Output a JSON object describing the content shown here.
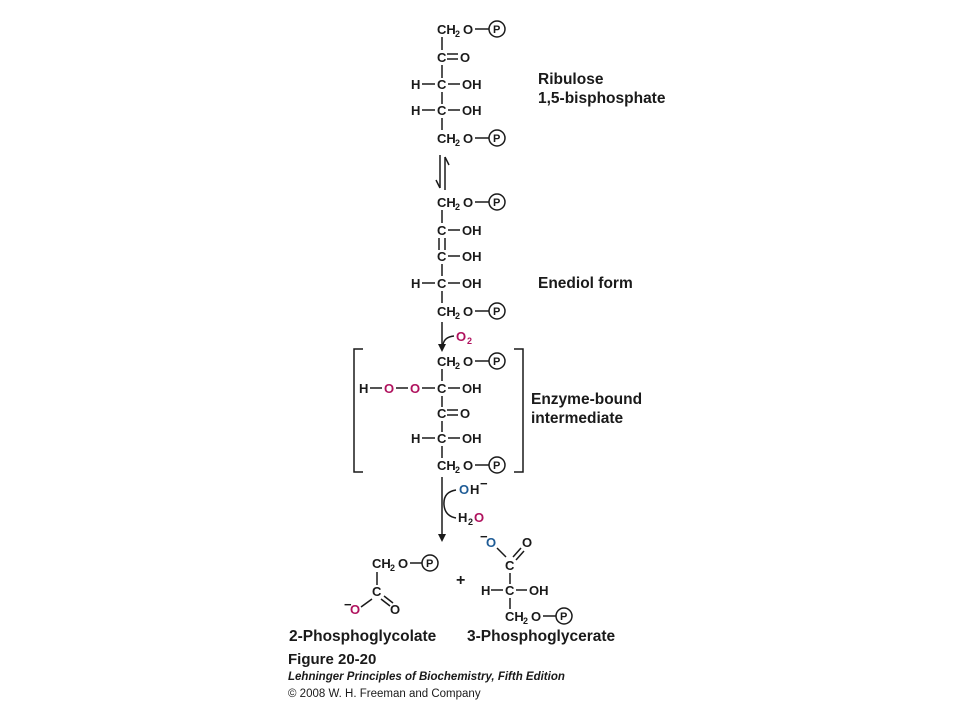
{
  "labels": {
    "ribulose_line1": "Ribulose",
    "ribulose_line2": "1,5-bisphosphate",
    "enediol": "Enediol form",
    "enzyme_line1": "Enzyme-bound",
    "enzyme_line2": "intermediate",
    "product1": "2-Phosphoglycolate",
    "product2": "3-Phosphoglycerate"
  },
  "reagents": {
    "o2": "O",
    "o2_sub": "2",
    "oh": "OH",
    "h2o_h": "H",
    "h2o_sub": "2",
    "h2o_o": "O",
    "plus": "+"
  },
  "atoms": {
    "ch2o": "CH",
    "ch2o_sub": "2",
    "ch2o_o": "O",
    "c": "C",
    "o": "O",
    "oh": "OH",
    "h": "H",
    "p": "P",
    "minus": "−"
  },
  "caption": {
    "figure": "Figure 20-20",
    "book": "Lehninger Principles of Biochemistry, Fifth Edition",
    "copyright": "© 2008 W. H. Freeman and Company"
  },
  "colors": {
    "text": "#1a1a1a",
    "magenta": "#b0125e",
    "blue": "#1f5c96",
    "background": "#ffffff"
  }
}
